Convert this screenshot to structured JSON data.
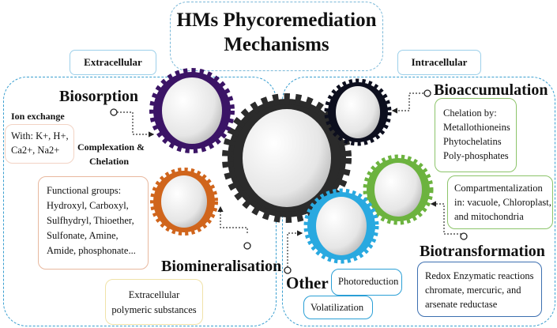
{
  "title": {
    "line1": "HMs Phycoremediation",
    "line2": "Mechanisms"
  },
  "extracellular": {
    "tag": "Extracellular",
    "biosorption": {
      "heading": "Biosorption",
      "ion_exchange_label": "Ion exchange",
      "ion_exchange_box": [
        "With: K+, H+,",
        "Ca2+, Na2+"
      ],
      "complexation_label": [
        "Complexation &",
        "Chelation"
      ],
      "functional_groups_box": [
        "Functional groups:",
        "Hydroxyl, Carboxyl,",
        "Sulfhydryl, Thioether,",
        "Sulfonate, Amine,",
        "Amide,  phosphonate..."
      ]
    },
    "biomineralisation": {
      "heading": "Biomineralisation",
      "eps_box": [
        "Extracellular",
        "polymeric substances"
      ]
    }
  },
  "intracellular": {
    "tag": "Intracellular",
    "bioaccumulation": {
      "heading": "Bioaccumulation",
      "chelation_box": [
        "Chelation by:",
        "Metallothioneins",
        "Phytochelatins",
        "Poly-phosphates"
      ],
      "compartment_box": [
        "Compartmentalization",
        "in: vacuole, Chloroplast,",
        "and mitochondria"
      ]
    },
    "biotransformation": {
      "heading": "Biotransformation",
      "redox_box": [
        "Redox Enzymatic reactions",
        "chromate, mercuric, and",
        "arsenate reductase"
      ]
    },
    "other": {
      "heading": "Other",
      "photoreduction": "Photoreduction",
      "volatilization": "Volatilization"
    }
  },
  "colors": {
    "panel_border": "#3a9fd0",
    "gear_center": "#2b2b2b",
    "gear_biosorption": "#3b1466",
    "gear_biomineralisation": "#d0651c",
    "gear_bioaccumulation": "#0d0f1e",
    "gear_compartment": "#6cb33f",
    "gear_other": "#29a9e0",
    "box_ion": "#f2d3c4",
    "box_functional": "#e8b89e",
    "box_eps": "#f0e2a8",
    "box_green": "#8cc46a",
    "box_blue": "#3c6fb0",
    "box_cyan": "#2a9fd6"
  }
}
